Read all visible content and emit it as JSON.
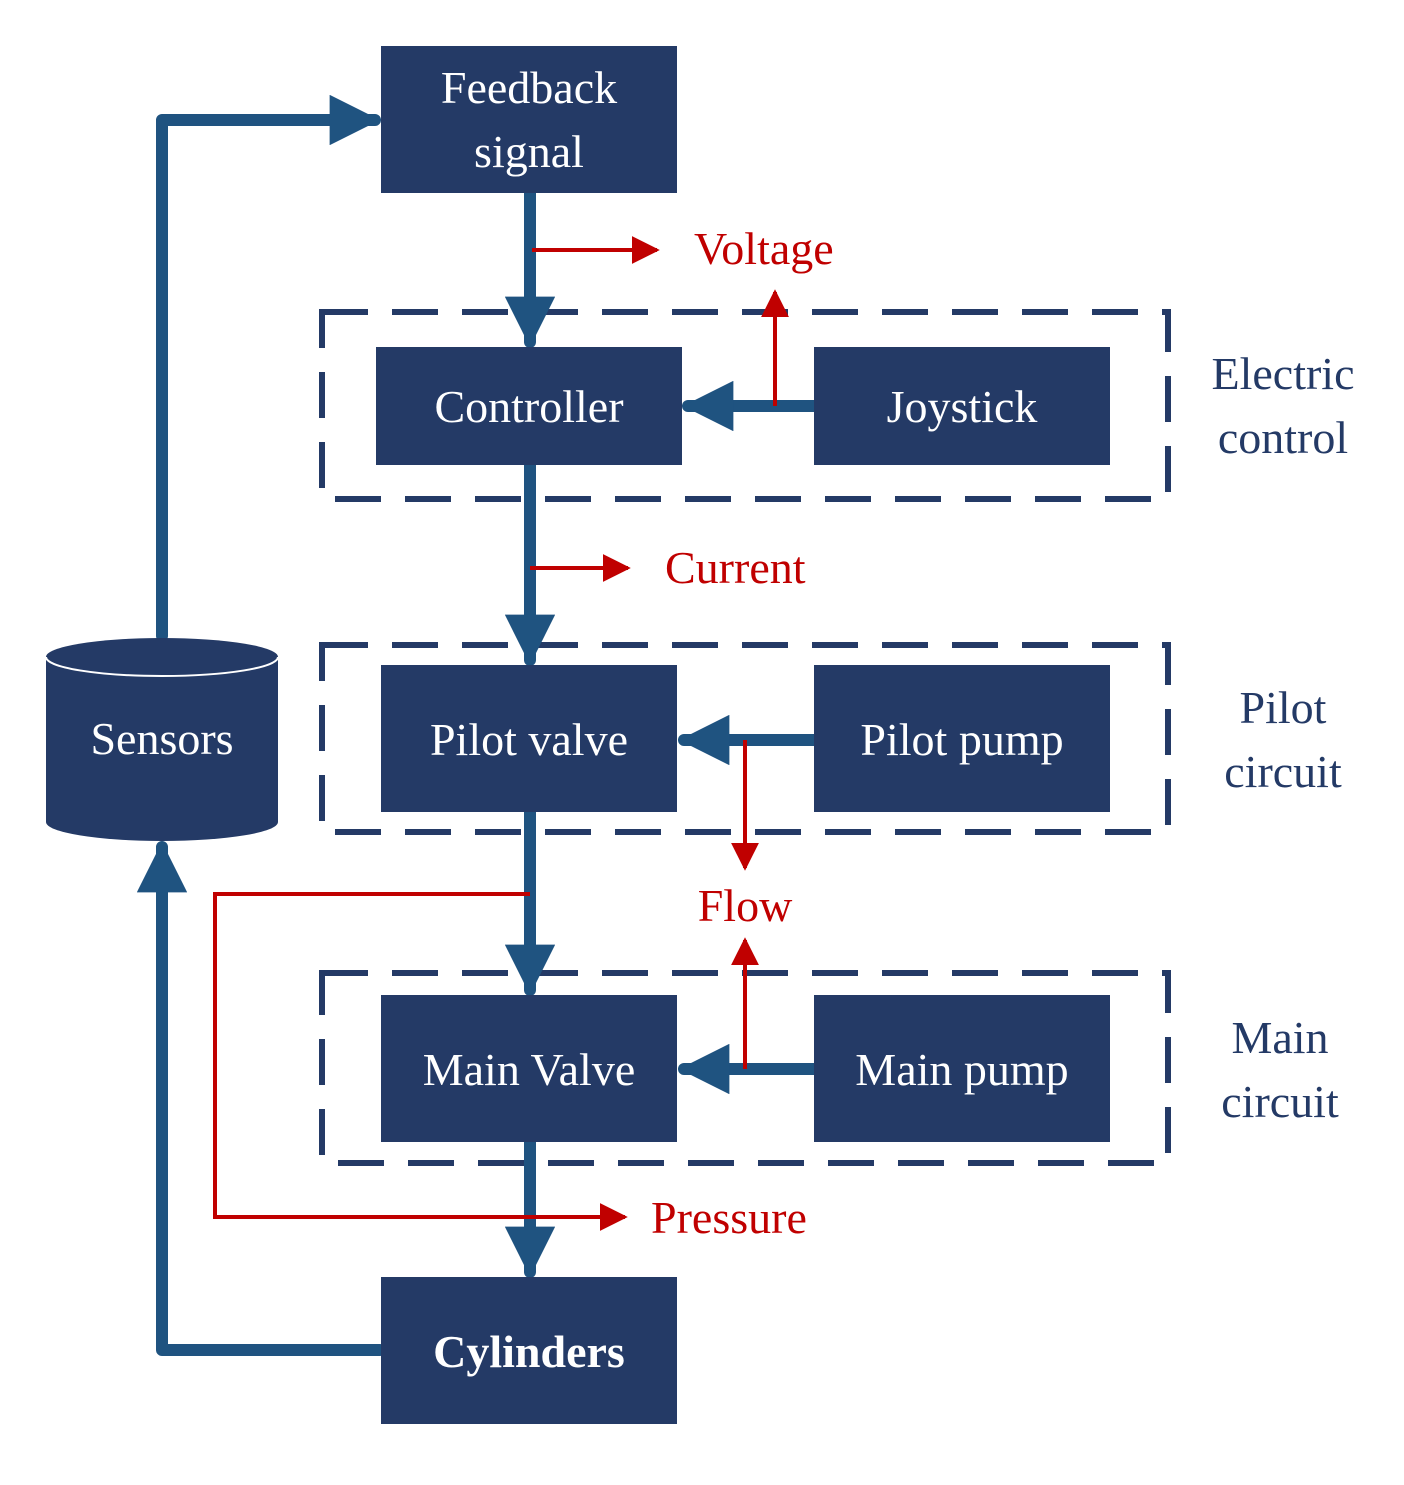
{
  "colors": {
    "box": "#243a66",
    "flow": "#1f5380",
    "signal": "#c00000",
    "group_border": "#243a66",
    "background": "#ffffff"
  },
  "blocks": {
    "feedback_line1": "Feedback",
    "feedback_line2": "signal",
    "controller": "Controller",
    "joystick": "Joystick",
    "pilot_valve": "Pilot valve",
    "pilot_pump": "Pilot pump",
    "main_valve": "Main Valve",
    "main_pump": "Main pump",
    "cylinders": "Cylinders",
    "sensors": "Sensors"
  },
  "groups": {
    "electric_line1": "Electric",
    "electric_line2": "control",
    "pilot_line1": "Pilot",
    "pilot_line2": "circuit",
    "main_line1": "Main",
    "main_line2": "circuit"
  },
  "signals": {
    "voltage": "Voltage",
    "current": "Current",
    "flow": "Flow",
    "pressure": "Pressure"
  }
}
